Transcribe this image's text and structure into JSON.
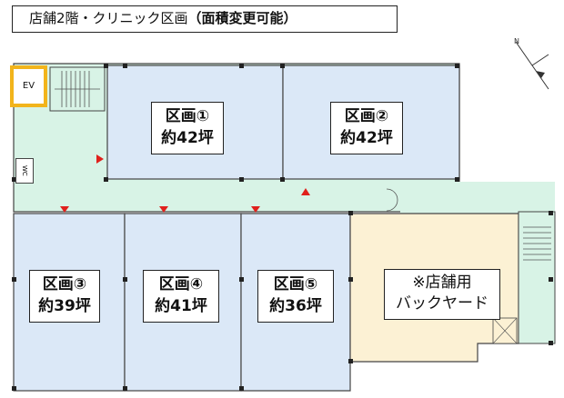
{
  "title": {
    "main": "店舗2階・クリニック区画",
    "note": "（面積変更可能）"
  },
  "elevator": {
    "label": "EV"
  },
  "restroom": {
    "label": "WC"
  },
  "compass": {
    "label": "N"
  },
  "units": [
    {
      "line1": "区画①",
      "line2": "約42坪"
    },
    {
      "line1": "区画②",
      "line2": "約42坪"
    },
    {
      "line1": "区画③",
      "line2": "約39坪"
    },
    {
      "line1": "区画④",
      "line2": "約41坪"
    },
    {
      "line1": "区画⑤",
      "line2": "約36坪"
    }
  ],
  "store_area": {
    "line1": "※店舗用",
    "line2": "バックヤード"
  },
  "colors": {
    "unit_fill": "#dbe8f7",
    "corridor_fill": "#d8f3e6",
    "backyard_fill": "#fcf1d4",
    "ev_highlight": "#f2b41b",
    "arrow": "#e0201c"
  }
}
